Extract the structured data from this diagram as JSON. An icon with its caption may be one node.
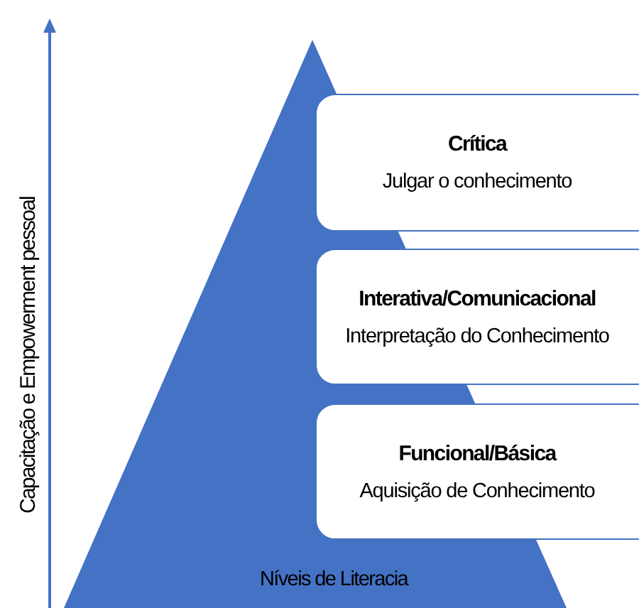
{
  "diagram": {
    "nodes": [
      {
        "text": [
          "Níveis de Literacia"
        ]
      },
      {
        "text": [
          "Crítica",
          "Julgar o conhecimento"
        ]
      },
      {
        "text": [
          "Interativa/Comunicacional",
          "Interpretação do Conhecimento"
        ]
      },
      {
        "text": [
          "Funcional/Básica",
          "Aquisição de Conhecimento"
        ]
      }
    ],
    "edges": [],
    "labels": [
      "Capacitação e Empowerment pessoal"
    ]
  }
}
